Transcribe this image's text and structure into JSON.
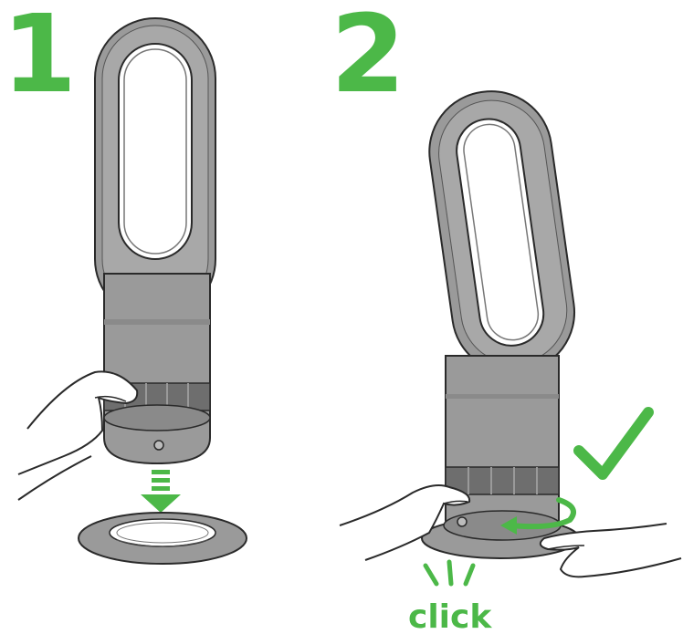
{
  "steps": [
    {
      "number": "1"
    },
    {
      "number": "2"
    }
  ],
  "click_label": "click",
  "colors": {
    "accent_green": "#4cb848",
    "body_grey": "#9a9a9a",
    "body_light": "#bcbcbc",
    "body_dark": "#6e6e6e",
    "outline": "#2a2a2a",
    "skin": "#ffffff"
  },
  "icons": [
    "down-arrow-icon",
    "rotate-arrow-icon",
    "checkmark-icon",
    "click-burst-icon"
  ]
}
